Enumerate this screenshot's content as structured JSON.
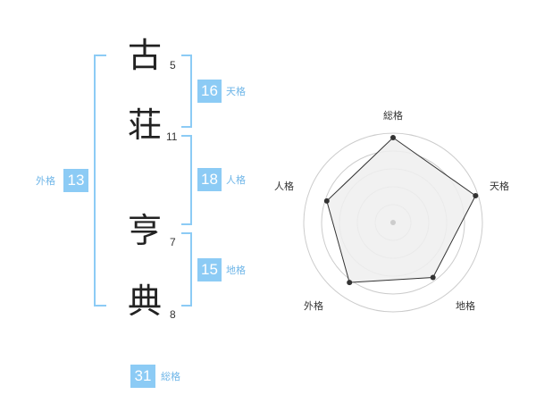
{
  "name": {
    "characters": [
      {
        "char": "古",
        "strokes": "5"
      },
      {
        "char": "荘",
        "strokes": "11"
      },
      {
        "char": "亨",
        "strokes": "7"
      },
      {
        "char": "典",
        "strokes": "8"
      }
    ]
  },
  "fortunes": {
    "tenkaku": {
      "value": "16",
      "label": "天格"
    },
    "jinkaku": {
      "value": "18",
      "label": "人格"
    },
    "chikaku": {
      "value": "15",
      "label": "地格"
    },
    "gaikaku": {
      "value": "13",
      "label": "外格"
    },
    "soukaku": {
      "value": "31",
      "label": "総格"
    }
  },
  "radar": {
    "axes": [
      "総格",
      "天格",
      "地格",
      "外格",
      "人格"
    ],
    "values": [
      0.95,
      0.97,
      0.76,
      0.83,
      0.78
    ],
    "rings": 5
  },
  "colors": {
    "accent": "#8ccbf5",
    "label_text": "#6fb6e8",
    "radar_fill": "#eeeeee",
    "radar_ring": "#cccccc",
    "radar_point": "#333333"
  }
}
